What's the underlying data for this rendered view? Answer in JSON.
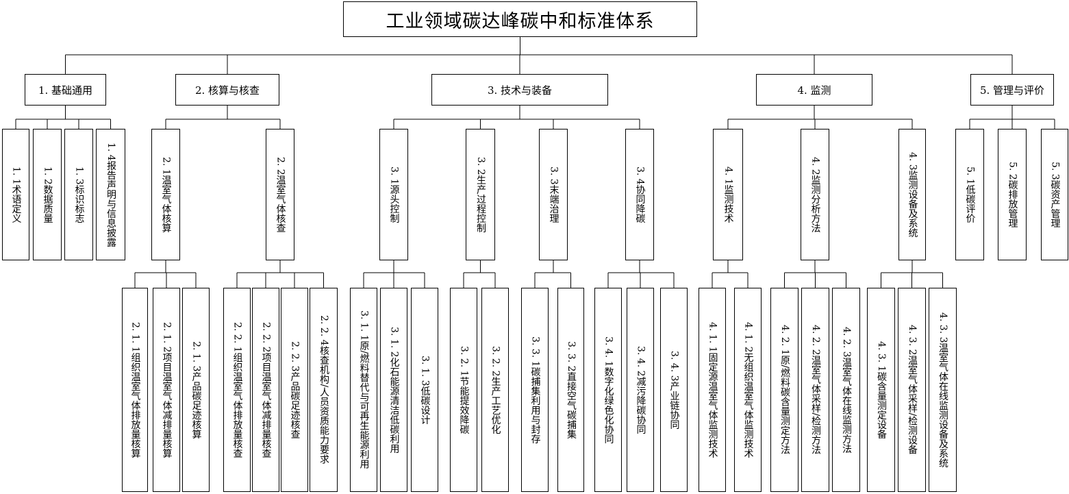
{
  "title": "工业领域碳达峰碳中和标准体系",
  "categories": [
    {
      "label": "1. 基础通用",
      "items": [
        {
          "label": "1. 1术语定义"
        },
        {
          "label": "1. 2数据质量"
        },
        {
          "label": "1. 3标识标志"
        },
        {
          "label": "1. 4报告声明与信息披露"
        }
      ]
    },
    {
      "label": "2. 核算与核查",
      "items": [
        {
          "label": "2. 1温室气体核算",
          "children": [
            "2. 1. 1组织温室气体排放量核算",
            "2. 1. 2项目温室气体减排量核算",
            "2. 1. 3产品碳足迹核算"
          ]
        },
        {
          "label": "2. 2温室气体核查",
          "children": [
            "2. 2. 1组织温室气体排放量核查",
            "2. 2. 2项目温室气体减排量核查",
            "2. 2. 3产品碳足迹核查",
            "2. 2. 4核查机构/人员资质能力要求"
          ]
        }
      ]
    },
    {
      "label": "3. 技术与装备",
      "items": [
        {
          "label": "3. 1源头控制",
          "children": [
            "3. 1. 1原/燃料替代与可再生能源利用",
            "3. 1. 2化石能源清洁低碳利用",
            "3. 1. 3低碳设计"
          ]
        },
        {
          "label": "3. 2生产过程控制",
          "children": [
            "3. 2. 1节能提效降碳",
            "3. 2. 2生产工艺优化"
          ]
        },
        {
          "label": "3. 3末端治理",
          "children": [
            "3. 3. 1碳捕集利用与封存",
            "3. 3. 2直接空气碳捕集"
          ]
        },
        {
          "label": "3. 4协同降碳",
          "children": [
            "3. 4. 1数字化绿色化协同",
            "3. 4. 2减污降碳协同",
            "3. 4. 3产业链协同"
          ]
        }
      ]
    },
    {
      "label": "4. 监测",
      "items": [
        {
          "label": "4. 1监测技术",
          "children": [
            "4. 1. 1固定源温室气体监测技术",
            "4. 1. 2无组织温室气体监测技术"
          ]
        },
        {
          "label": "4. 2监测分析方法",
          "children": [
            "4. 2. 1原/燃料碳含量测定方法",
            "4. 2. 2温室气体采样/检测方法",
            "4. 2. 3温室气体在线监测方法"
          ]
        },
        {
          "label": "4. 3监测设备及系统",
          "children": [
            "4. 3. 1碳含量测定设备",
            "4. 3. 2温室气体采样/检测设备",
            "4. 3. 3温室气体在线监测设备及系统"
          ]
        }
      ]
    },
    {
      "label": "5. 管理与评价",
      "items": [
        {
          "label": "5. 1低碳评价"
        },
        {
          "label": "5. 2碳排放管理"
        },
        {
          "label": "5. 3碳资产管理"
        }
      ]
    }
  ]
}
